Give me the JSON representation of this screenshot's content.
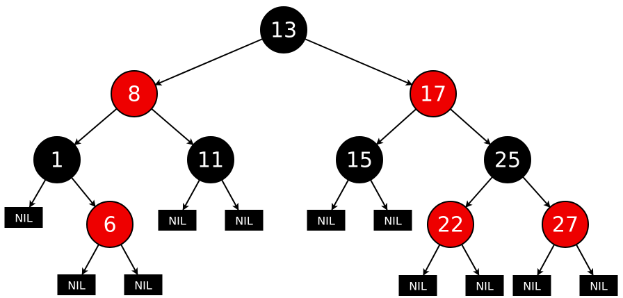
{
  "colors": {
    "black": "#000000",
    "red": "#ee0000",
    "text": "#ffffff"
  },
  "nil_label": "NIL",
  "nodes": [
    {
      "id": "n13",
      "label": "13",
      "color": "black"
    },
    {
      "id": "n8",
      "label": "8",
      "color": "red"
    },
    {
      "id": "n17",
      "label": "17",
      "color": "red"
    },
    {
      "id": "n1",
      "label": "1",
      "color": "black"
    },
    {
      "id": "n11",
      "label": "11",
      "color": "black"
    },
    {
      "id": "n15",
      "label": "15",
      "color": "black"
    },
    {
      "id": "n25",
      "label": "25",
      "color": "black"
    },
    {
      "id": "n6",
      "label": "6",
      "color": "red"
    },
    {
      "id": "n22",
      "label": "22",
      "color": "red"
    },
    {
      "id": "n27",
      "label": "27",
      "color": "red"
    }
  ],
  "nils": [
    "nil1",
    "nil2",
    "nil3",
    "nil4",
    "nil5",
    "nil6",
    "nil7",
    "nil8",
    "nil9",
    "nil10",
    "nil11"
  ],
  "edges": [
    [
      "n13",
      "n8"
    ],
    [
      "n13",
      "n17"
    ],
    [
      "n8",
      "n1"
    ],
    [
      "n8",
      "n11"
    ],
    [
      "n17",
      "n15"
    ],
    [
      "n17",
      "n25"
    ],
    [
      "n1",
      "nil1"
    ],
    [
      "n1",
      "n6"
    ],
    [
      "n11",
      "nil2"
    ],
    [
      "n11",
      "nil3"
    ],
    [
      "n15",
      "nil4"
    ],
    [
      "n15",
      "nil5"
    ],
    [
      "n25",
      "n22"
    ],
    [
      "n25",
      "n27"
    ],
    [
      "n6",
      "nil6"
    ],
    [
      "n6",
      "nil7"
    ],
    [
      "n22",
      "nil8"
    ],
    [
      "n22",
      "nil9"
    ],
    [
      "n27",
      "nil10"
    ],
    [
      "n27",
      "nil11"
    ]
  ]
}
